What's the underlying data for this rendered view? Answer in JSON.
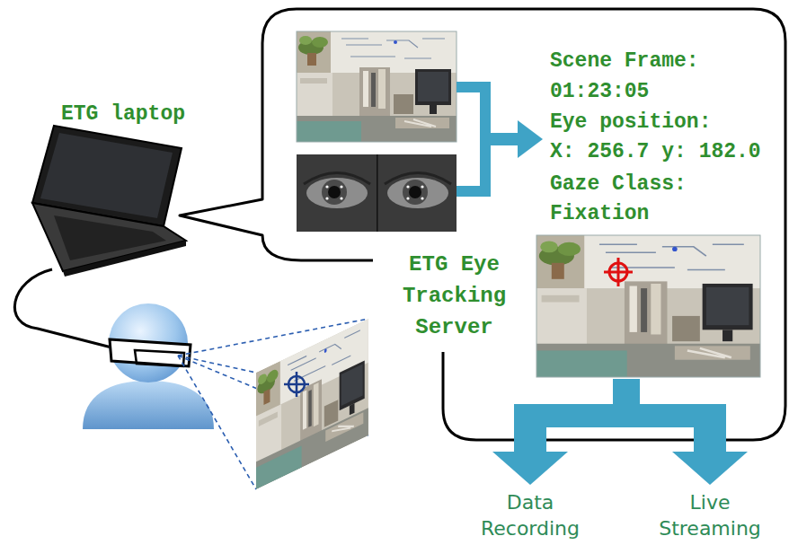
{
  "diagram": {
    "nodes": [
      {
        "text": [
          "ETG Eye Tracking Server"
        ]
      }
    ],
    "labels": [
      "ETG laptop",
      "Scene Frame:",
      "01:23:05",
      "Eye position:",
      "X: 256.7 y: 182.0",
      "Gaze Class:",
      "Fixation",
      "Data Recording",
      "Live Streaming"
    ]
  }
}
